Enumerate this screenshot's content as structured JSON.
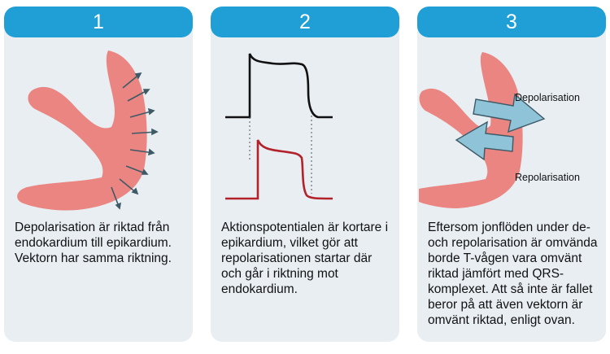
{
  "panels": [
    {
      "number": "1",
      "text": "Depolarisation är riktad från endokardium till epikardium. Vektorn har samma riktning."
    },
    {
      "number": "2",
      "text": "Aktionspotentialen är kortare i epikardium, vilket gör att repolarisationen startar där och går i riktning mot endokardium."
    },
    {
      "number": "3",
      "text": "Eftersom jonflöden under de- och repolarisation är omvända borde T-vågen vara omvänt riktad jämfört med QRS-komplexet. Att så inte är fallet beror på att även vektorn är omvänt riktad, enligt ovan.",
      "labels": {
        "top": "Depolarisation",
        "bottom": "Repolarisation"
      }
    }
  ],
  "colors": {
    "header": "#1f9fd6",
    "panel_bg": "#e9eef3",
    "heart": "#ea8582",
    "vector_arrow": "#3d5a66",
    "trace_top": "#111111",
    "trace_bottom": "#b3212b",
    "block_arrow": "#8ec3d8"
  },
  "icons": [
    "heart-wall-shape",
    "vector-arrow",
    "action-potential-trace",
    "block-arrow"
  ]
}
